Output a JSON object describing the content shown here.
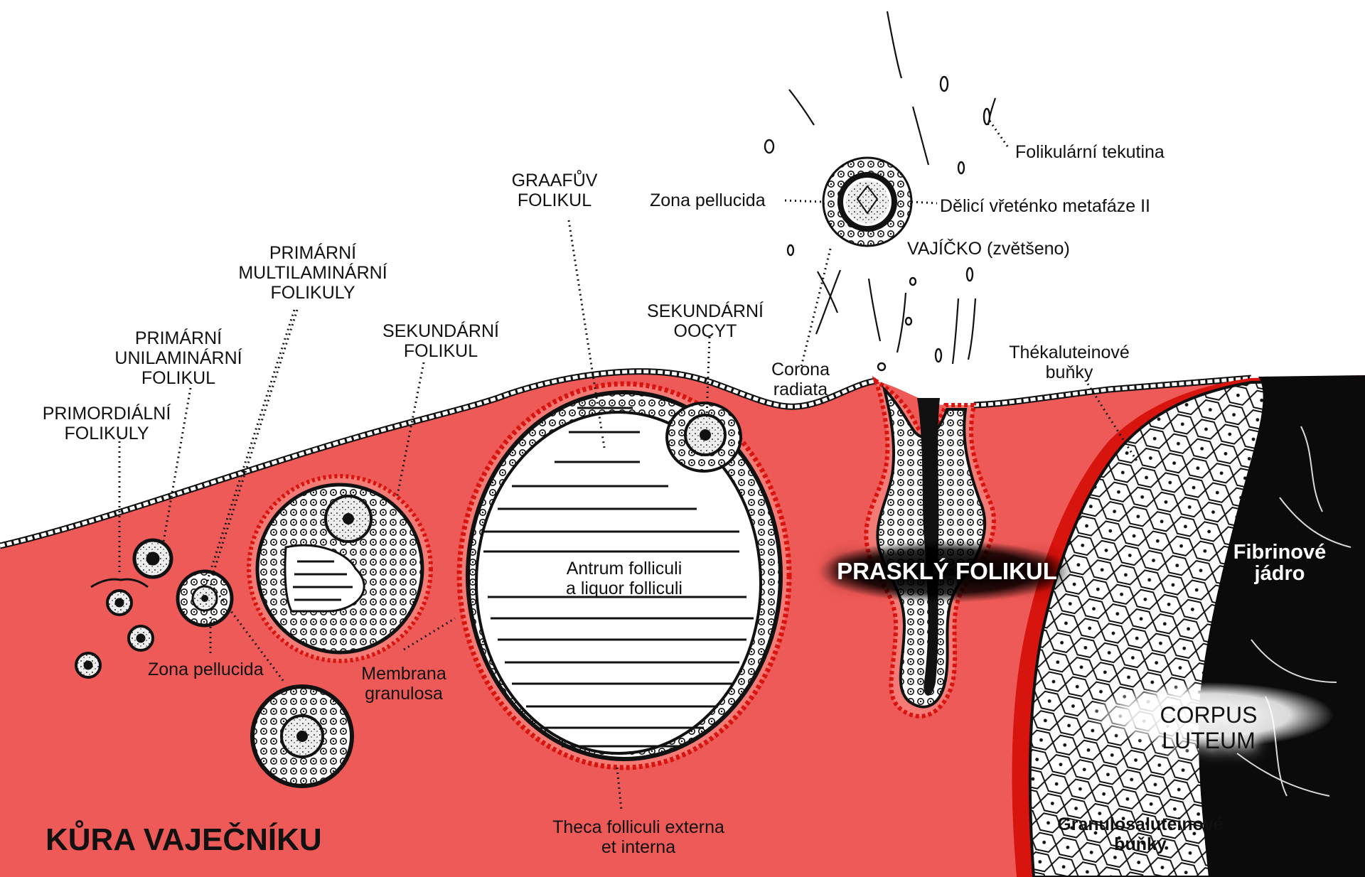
{
  "colors": {
    "tissue": "#ee5a57",
    "tissue_light": "#f37a75",
    "surface": "#ffffff",
    "outline": "#111111",
    "corpus_dark": "#0b0b0b",
    "red_cells": "#d8140f"
  },
  "labels": {
    "cortex": "KŮRA VAJEČNÍKU",
    "primordial": "PRIMORDIÁLNÍ\nFOLIKULY",
    "primary_unilaminar": "PRIMÁRNÍ\nUNILAMINÁRNÍ\nFOLIKUL",
    "primary_multilaminar": "PRIMÁRNÍ\nMULTILAMINÁRNÍ\nFOLIKULY",
    "secondary_follicle": "SEKUNDÁRNÍ\nFOLIKUL",
    "graafian": "GRAAFŮV\nFOLIKUL",
    "secondary_oocyte": "SEKUNDÁRNÍ\nOOCYT",
    "zona_pellucida_top": "Zona pellucida",
    "zona_pellucida_bottom": "Zona pellucida",
    "corona_radiata": "Corona\nradiata",
    "follicular_fluid": "Folikulární tekutina",
    "spindle": "Dělicí vřeténko metafáze II",
    "egg_enlarged": "VAJÍČKO (zvětšeno)",
    "theca_lutein": "Thékaluteinové\nbuňky",
    "antrum": "Antrum folliculi\na liquor folliculi",
    "membrana_granulosa": "Membrana\ngranulosa",
    "theca_folliculi": "Theca folliculi externa\net interna",
    "ruptured_follicle": "PRASKLÝ FOLIKUL",
    "corpus_luteum": "CORPUS LUTEUM",
    "fibrin_core": "Fibrinové\njádro",
    "granulosa_lutein": "Granulosaluteinové\nbuňky"
  }
}
